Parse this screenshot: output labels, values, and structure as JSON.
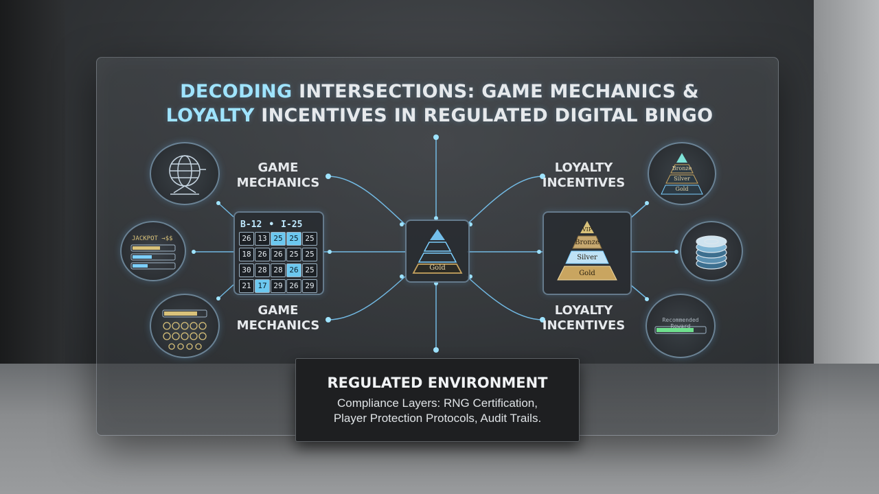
{
  "title": {
    "line1_highlight": "DECODING",
    "line1_rest": " INTERSECTIONS: GAME MECHANICS &",
    "line2_highlight": "LOYALTY",
    "line2_rest": " INCENTIVES IN REGULATED DIGITAL BINGO"
  },
  "labels": {
    "game_top_l1": "GAME",
    "game_top_l2": "MECHANICS",
    "game_bottom_l1": "GAME",
    "game_bottom_l2": "MECHANICS",
    "loyalty_top_l1": "LOYALTY",
    "loyalty_top_l2": "INCENTIVES",
    "loyalty_bottom_l1": "LOYALTY",
    "loyalty_bottom_l2": "INCENTIVES"
  },
  "bingo_card": {
    "head_left": "B-12",
    "head_sep": "•",
    "head_right": "I-25",
    "cells": [
      "26",
      "13",
      "25",
      "25",
      "25",
      "18",
      "26",
      "26",
      "25",
      "25",
      "30",
      "28",
      "28",
      "26",
      "25",
      "21",
      "17",
      "29",
      "26",
      "29"
    ],
    "highlighted": [
      2,
      3,
      13,
      16
    ]
  },
  "jackpot": {
    "label": "JACKPOT →$$"
  },
  "center_pyramid": {
    "base_label": "Gold"
  },
  "tier_pyramid": {
    "tiers": [
      "VIP",
      "Bronze",
      "Silver",
      "Gold"
    ]
  },
  "mini_pyramid": {
    "tiers": [
      "Bronze",
      "Silver",
      "Gold"
    ]
  },
  "progress_widget": {
    "label": "Recommended Reward"
  },
  "regulated": {
    "title": "REGULATED ENVIRONMENT",
    "line1": "Compliance Layers: RNG Certification,",
    "line2": "Player Protection Protocols, Audit Trails."
  },
  "colors": {
    "accent": "#9fe4ff",
    "node": "#7ccfff",
    "gold": "#c9a560",
    "panel_border": "#a0c8e6"
  }
}
